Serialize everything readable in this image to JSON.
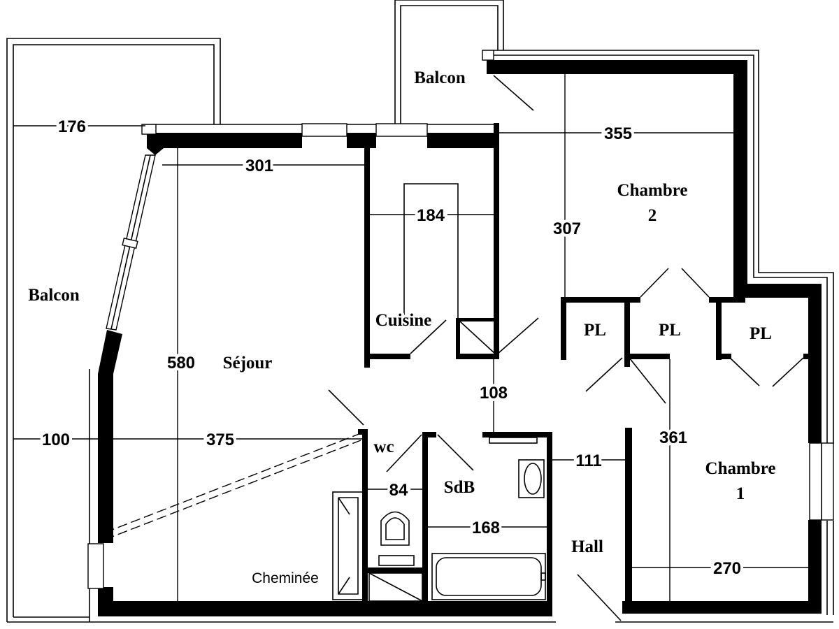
{
  "rooms": {
    "balcon_left": "Balcon",
    "balcon_top": "Balcon",
    "sejour": "Séjour",
    "cuisine": "Cuisine",
    "chambre2_line1": "Chambre",
    "chambre2_line2": "2",
    "chambre1_line1": "Chambre",
    "chambre1_line2": "1",
    "pl1": "PL",
    "pl2": "PL",
    "pl3": "PL",
    "wc": "wc",
    "sdb": "SdB",
    "hall": "Hall",
    "cheminee": "Cheminée"
  },
  "dimensions": {
    "d176": "176",
    "d301": "301",
    "d184": "184",
    "d355": "355",
    "d307": "307",
    "d580": "580",
    "d100": "100",
    "d375": "375",
    "d108": "108",
    "d84": "84",
    "d111": "111",
    "d168": "168",
    "d361": "361",
    "d270": "270"
  }
}
